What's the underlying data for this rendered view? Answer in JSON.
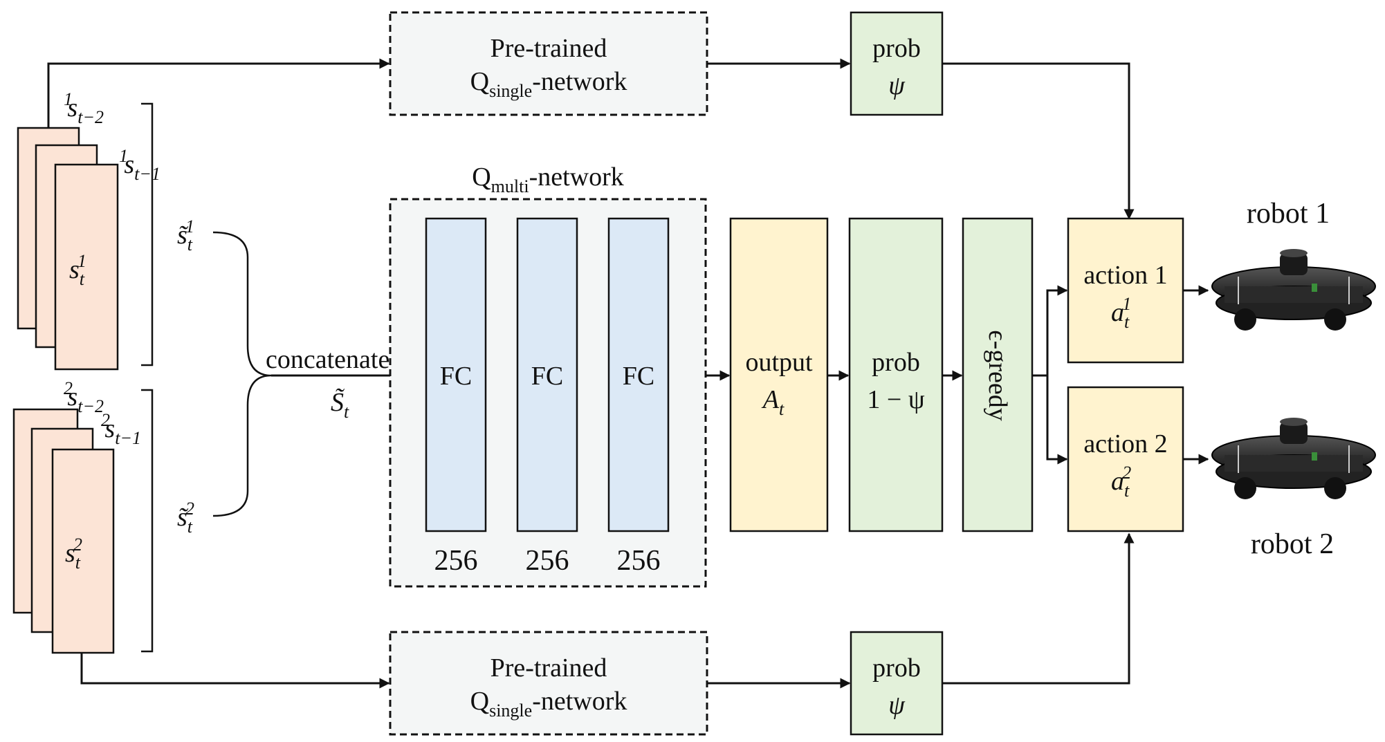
{
  "top_pretrained": {
    "line1": "Pre-trained",
    "q": "Q",
    "sub": "single",
    "rest": "-network"
  },
  "bottom_pretrained": {
    "line1": "Pre-trained",
    "q": "Q",
    "sub": "single",
    "rest": "-network"
  },
  "top_prob": {
    "line1": "prob",
    "line2": "ψ"
  },
  "bottom_prob": {
    "line1": "prob",
    "line2": "ψ"
  },
  "qmulti": {
    "q": "Q",
    "sub": "multi",
    "rest": "-network"
  },
  "fc_layers": [
    {
      "label": "FC",
      "units": "256"
    },
    {
      "label": "FC",
      "units": "256"
    },
    {
      "label": "FC",
      "units": "256"
    }
  ],
  "output_box": {
    "line1": "output",
    "line2_main": "A",
    "line2_sub": "t"
  },
  "prob_box": {
    "line1": "prob",
    "line2": "1 − ψ"
  },
  "greedy_box": {
    "label": "ϵ-greedy"
  },
  "action1": {
    "line1": "action 1",
    "main": "a",
    "sub": "t",
    "sup": "1"
  },
  "action2": {
    "line1": "action 2",
    "main": "a",
    "sub": "t",
    "sup": "2"
  },
  "robot1": {
    "label": "robot 1"
  },
  "robot2": {
    "label": "robot 2"
  },
  "concatenate": {
    "label": "concatenate",
    "main": "S̃",
    "sub": "t"
  },
  "state1": {
    "front": {
      "main": "s",
      "sub": "t",
      "sup": "1"
    },
    "prev1": {
      "main": "s",
      "sub": "t−1",
      "sup": "1"
    },
    "prev2": {
      "main": "s",
      "sub": "t−2",
      "sup": "1"
    },
    "combined": {
      "main": "s̃",
      "sub": "t",
      "sup": "1"
    }
  },
  "state2": {
    "front": {
      "main": "s",
      "sub": "t",
      "sup": "2"
    },
    "prev1": {
      "main": "s",
      "sub": "t−1",
      "sup": "2"
    },
    "prev2": {
      "main": "s",
      "sub": "t−2",
      "sup": "2"
    },
    "combined": {
      "main": "s̃",
      "sub": "t",
      "sup": "2"
    }
  },
  "colors": {
    "state_fill": "#fce4d6",
    "fc_fill": "#dce9f6",
    "prob_fill": "#e3f1da",
    "output_fill": "#fff3cf",
    "pretrained_fill": "#f4f6f6"
  }
}
